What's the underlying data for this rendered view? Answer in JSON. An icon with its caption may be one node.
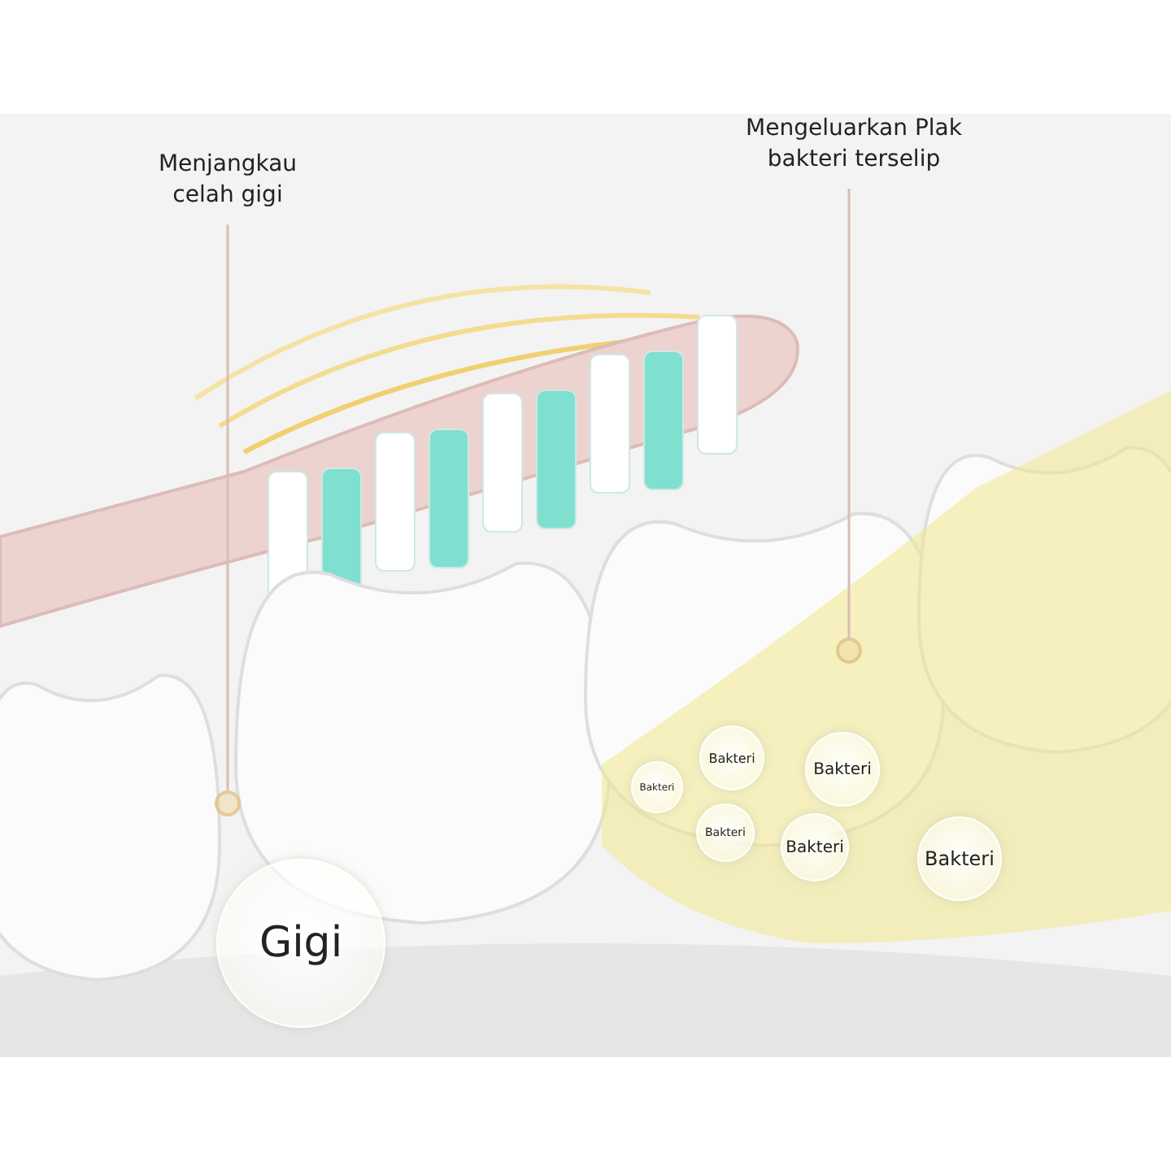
{
  "diagram": {
    "nodes": [
      {
        "text": [
          "Menjangkau celah gigi"
        ]
      },
      {
        "text": [],
        "shape": "circle"
      },
      {
        "text": [
          "Mengeluarkan Plak bakteri terselip"
        ]
      },
      {
        "text": [],
        "shape": "circle"
      },
      {
        "text": [
          "Gigi"
        ]
      },
      {
        "text": [
          "Bakteri"
        ]
      },
      {
        "text": [
          "Bakteri"
        ]
      },
      {
        "text": [
          "Bakteri"
        ]
      },
      {
        "text": [
          "Bakteri"
        ]
      },
      {
        "text": [
          "Bakteri"
        ]
      },
      {
        "text": [
          "Bakteri"
        ]
      }
    ],
    "edges": [
      {
        "from": 0,
        "to": 1,
        "arrow": "none"
      },
      {
        "from": 2,
        "to": 3,
        "arrow": "none"
      }
    ]
  }
}
